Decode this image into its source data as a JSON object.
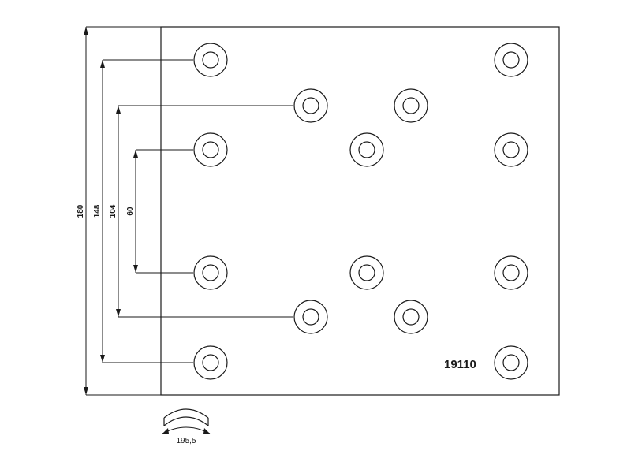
{
  "part_number": "19110",
  "dimensions": {
    "overall_height": "180",
    "outer_holes": "148",
    "offset_holes": "104",
    "inner_holes": "60",
    "arc_length": "195,5"
  },
  "hole_count": 14
}
